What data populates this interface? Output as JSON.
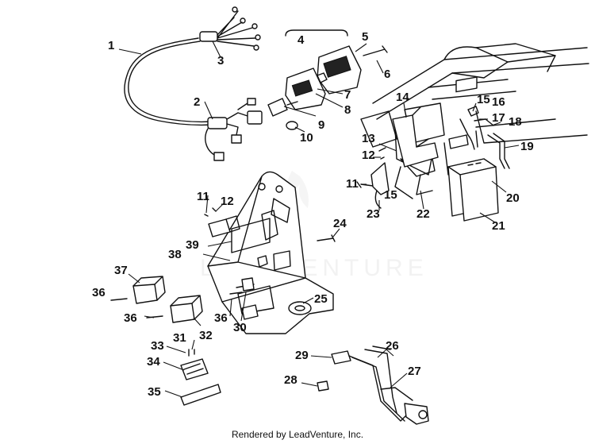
{
  "diagram": {
    "callouts": [
      "1",
      "2",
      "3",
      "4",
      "5",
      "6",
      "7",
      "8",
      "9",
      "10",
      "11",
      "12",
      "13",
      "14",
      "15",
      "16",
      "17",
      "18",
      "19",
      "20",
      "21",
      "22",
      "23",
      "24",
      "25",
      "26",
      "27",
      "28",
      "29",
      "30",
      "31",
      "32",
      "33",
      "34",
      "35",
      "36",
      "37",
      "38",
      "39"
    ],
    "watermark": "LEADVENTURE"
  },
  "footer": {
    "text": "Rendered by LeadVenture, Inc."
  }
}
